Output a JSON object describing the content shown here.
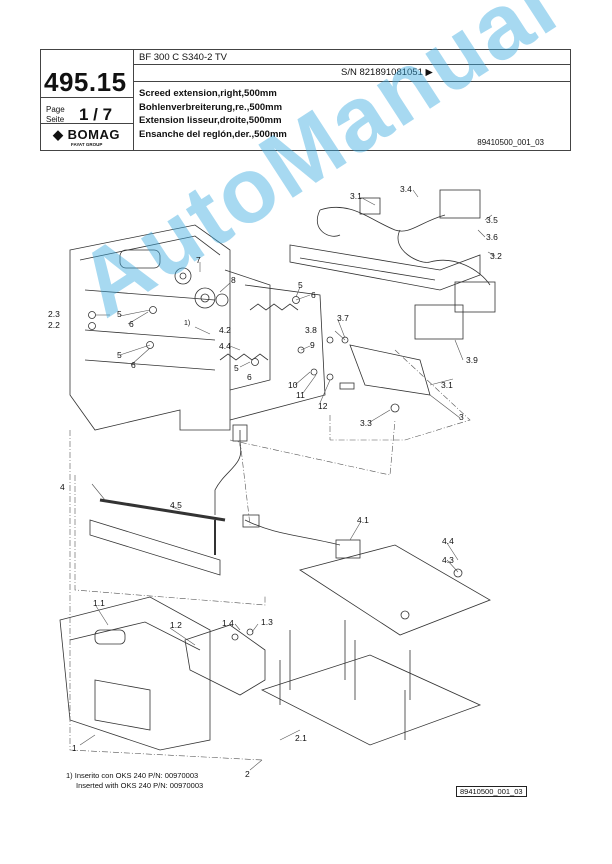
{
  "header": {
    "model": "BF 300 C S340-2 TV",
    "serial": "S/N 821891081051  ▶",
    "group_number": "495.15",
    "page_label_1": "Page",
    "page_label_2": "Seite",
    "page_number": "1 / 7",
    "logo": "◆ BOMAG",
    "logo_sub": "FAYAT GROUP",
    "titles": [
      "Screed extension,right,500mm",
      "Bohlenverbreiterung,re.,500mm",
      "Extension lisseur,droite,500mm",
      "Ensanche del reglón,der.,500mm"
    ],
    "code": "89410500_001_03"
  },
  "watermark": "AutoManual",
  "callouts": {
    "c31a": "3.1",
    "c34": "3.4",
    "c35": "3.5",
    "c36": "3.6",
    "c32": "3.2",
    "c7": "7",
    "c8": "8",
    "c5a": "5",
    "c6a": "6",
    "c23": "2.3",
    "c22": "2.2",
    "c5b": "5",
    "c6b": "6",
    "c1fn": "1)",
    "c42": "4.2",
    "c37": "3.7",
    "c38": "3.8",
    "c44a": "4.4",
    "c9": "9",
    "c5c": "5",
    "c6c": "6",
    "c5d": "5",
    "c6d": "6",
    "c39": "3.9",
    "c10": "10",
    "c11": "11",
    "c12": "12",
    "c31b": "3.1",
    "c3": "3",
    "c33": "3.3",
    "c4": "4",
    "c45": "4.5",
    "c41": "4.1",
    "c44b": "4.4",
    "c43": "4.3",
    "c11b": "1.1",
    "c12b": "1.2",
    "c14": "1.4",
    "c13": "1.3",
    "c21": "2.1",
    "c1": "1",
    "c2": "2"
  },
  "footnote": {
    "line1": "1)  Inserito con OKS 240 P/N: 00970003",
    "line2": "Inserted with OKS 240 P/N: 00970003"
  },
  "bottom_code": "89410500_001_03"
}
